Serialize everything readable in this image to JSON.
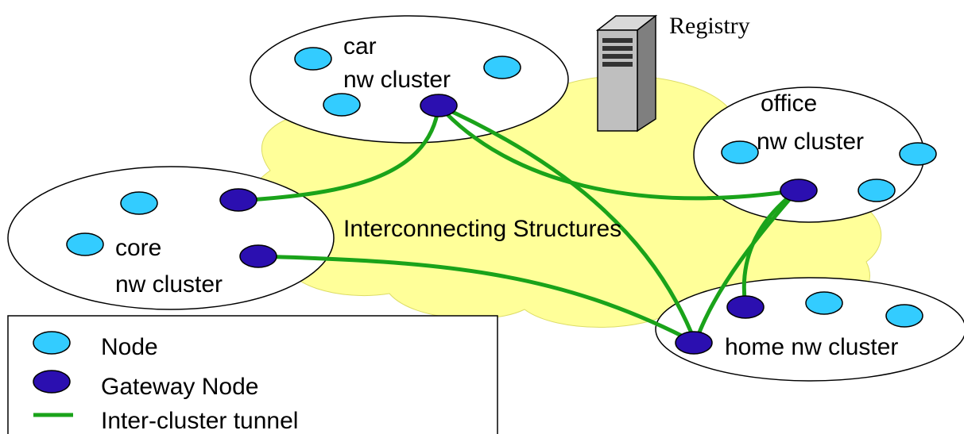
{
  "cloud": {
    "label": "Interconnecting Structures"
  },
  "registry": {
    "label": "Registry",
    "icon": "server-icon"
  },
  "clusters": {
    "car": {
      "line1": "car",
      "line2": "nw cluster"
    },
    "office": {
      "line1": "office",
      "line2": "nw cluster"
    },
    "core": {
      "line1": "core",
      "line2": "nw cluster"
    },
    "home": {
      "line1": "home nw cluster"
    }
  },
  "legend": {
    "node": "Node",
    "gateway": "Gateway Node",
    "tunnel": "Inter-cluster tunnel"
  },
  "colors": {
    "cloud_fill": "#ffff99",
    "node_fill": "#33ccff",
    "gateway_fill": "#2b0fb0",
    "tunnel_stroke": "#1aa31a",
    "ellipse_stroke": "#000000"
  }
}
